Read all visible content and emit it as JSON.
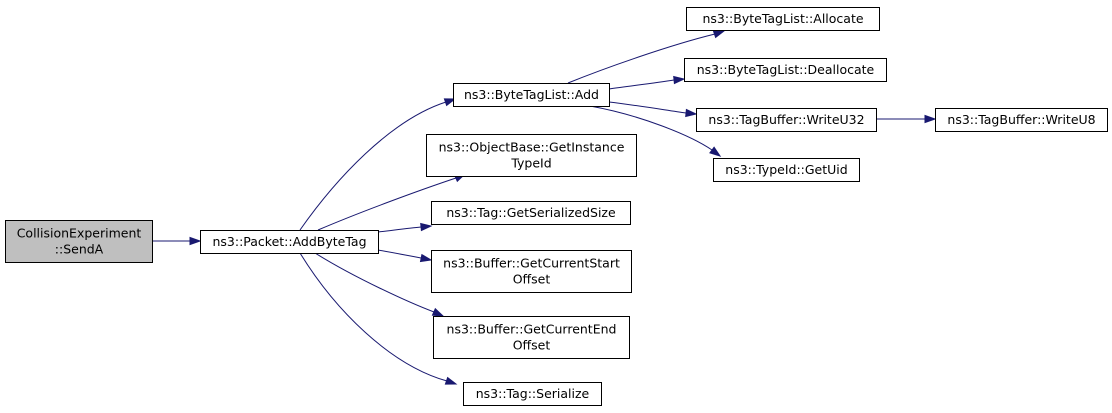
{
  "diagram": {
    "colors": {
      "edge": "#191970",
      "node_border": "#000000",
      "node_fill": "#ffffff",
      "root_fill": "#bfbfbf"
    },
    "nodes": [
      {
        "id": "send_a",
        "lines": [
          "CollisionExperiment",
          "::SendA"
        ],
        "root": true
      },
      {
        "id": "add_byte_tag",
        "lines": [
          "ns3::Packet::AddByteTag"
        ]
      },
      {
        "id": "bytetaglist_add",
        "lines": [
          "ns3::ByteTagList::Add"
        ]
      },
      {
        "id": "get_instance_typeid",
        "lines": [
          "ns3::ObjectBase::GetInstance",
          "TypeId"
        ]
      },
      {
        "id": "tag_get_serialized_size",
        "lines": [
          "ns3::Tag::GetSerializedSize"
        ]
      },
      {
        "id": "buffer_get_current_start_offset",
        "lines": [
          "ns3::Buffer::GetCurrentStart",
          "Offset"
        ]
      },
      {
        "id": "buffer_get_current_end_offset",
        "lines": [
          "ns3::Buffer::GetCurrentEnd",
          "Offset"
        ]
      },
      {
        "id": "tag_serialize",
        "lines": [
          "ns3::Tag::Serialize"
        ]
      },
      {
        "id": "bytetaglist_allocate",
        "lines": [
          "ns3::ByteTagList::Allocate"
        ]
      },
      {
        "id": "bytetaglist_deallocate",
        "lines": [
          "ns3::ByteTagList::Deallocate"
        ]
      },
      {
        "id": "tagbuffer_writeu32",
        "lines": [
          "ns3::TagBuffer::WriteU32"
        ]
      },
      {
        "id": "typeid_getuid",
        "lines": [
          "ns3::TypeId::GetUid"
        ]
      },
      {
        "id": "tagbuffer_writeu8",
        "lines": [
          "ns3::TagBuffer::WriteU8"
        ]
      }
    ],
    "edges": [
      {
        "from": "send_a",
        "to": "add_byte_tag"
      },
      {
        "from": "add_byte_tag",
        "to": "bytetaglist_add"
      },
      {
        "from": "add_byte_tag",
        "to": "get_instance_typeid"
      },
      {
        "from": "add_byte_tag",
        "to": "tag_get_serialized_size"
      },
      {
        "from": "add_byte_tag",
        "to": "buffer_get_current_start_offset"
      },
      {
        "from": "add_byte_tag",
        "to": "buffer_get_current_end_offset"
      },
      {
        "from": "add_byte_tag",
        "to": "tag_serialize"
      },
      {
        "from": "bytetaglist_add",
        "to": "bytetaglist_allocate"
      },
      {
        "from": "bytetaglist_add",
        "to": "bytetaglist_deallocate"
      },
      {
        "from": "bytetaglist_add",
        "to": "tagbuffer_writeu32"
      },
      {
        "from": "bytetaglist_add",
        "to": "typeid_getuid"
      },
      {
        "from": "tagbuffer_writeu32",
        "to": "tagbuffer_writeu8"
      }
    ]
  }
}
